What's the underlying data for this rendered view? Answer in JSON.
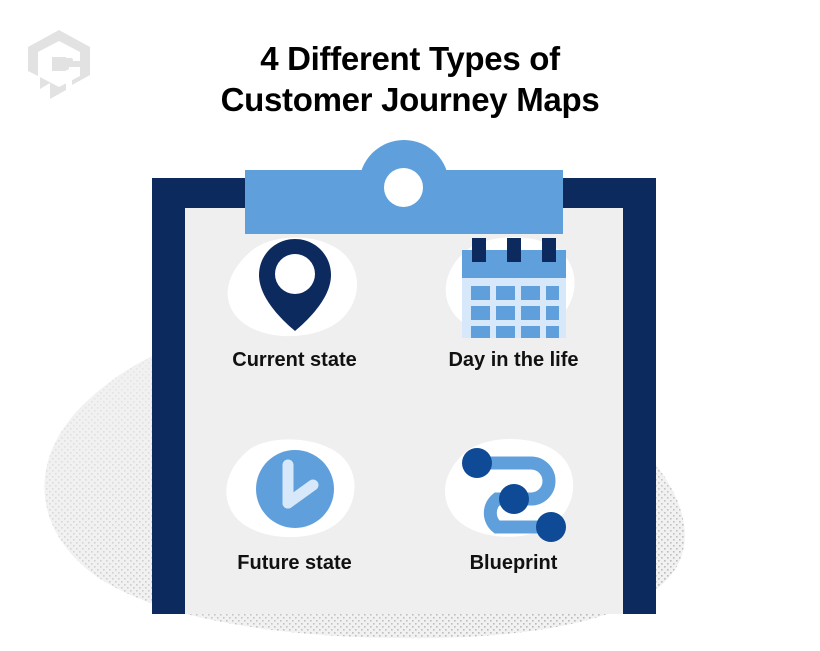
{
  "meta": {
    "background_color": "#ffffff"
  },
  "brand": {
    "logo_icon": "hexagon-e-logo-icon",
    "logo_color": "#e2e2e2"
  },
  "title": {
    "line1": "4 Different Types of",
    "line2": "Customer Journey Maps",
    "color": "#000000"
  },
  "clipboard": {
    "frame_color": "#0d2a5f",
    "paper_color": "#efefef",
    "clip_color": "#5fa0dc",
    "clip_hole_color": "#ffffff"
  },
  "background_blob": {
    "fill_color": "#efefef",
    "stipple_color": "#c9c9c9"
  },
  "items": [
    {
      "label": "Current state",
      "icon": "map-pin-icon",
      "icon_color": "#0d2a5f",
      "blob_color": "#ffffff"
    },
    {
      "label": "Day in the life",
      "icon": "calendar-icon",
      "icon_color": "#5fa0dc",
      "icon_accent_color": "#0d2a5f",
      "icon_body_color": "#d6e8fa",
      "blob_color": "#ffffff"
    },
    {
      "label": "Future state",
      "icon": "clock-icon",
      "icon_color": "#5fa0dc",
      "icon_hand_color": "#d6e8fa",
      "blob_color": "#ffffff"
    },
    {
      "label": "Blueprint",
      "icon": "flow-path-icon",
      "icon_color": "#5fa0dc",
      "icon_node_color": "#0f4a96",
      "blob_color": "#ffffff"
    }
  ]
}
